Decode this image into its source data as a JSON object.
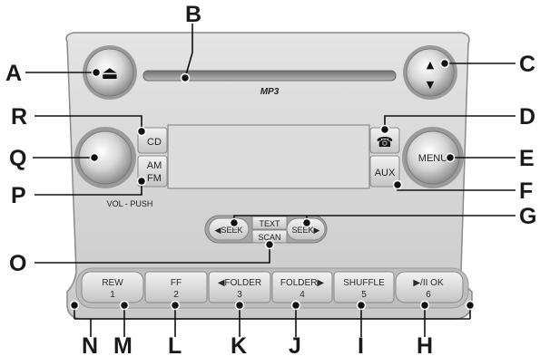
{
  "callouts": {
    "A": "A",
    "B": "B",
    "C": "C",
    "D": "D",
    "E": "E",
    "F": "F",
    "G": "G",
    "H": "H",
    "I": "I",
    "J": "J",
    "K": "K",
    "L": "L",
    "M": "M",
    "N": "N",
    "O": "O",
    "P": "P",
    "Q": "Q",
    "R": "R"
  },
  "panel": {
    "cd_label": "CD",
    "am_label": "AM",
    "fm_label": "FM",
    "vol_push_label": "VOL - PUSH",
    "menu_label": "MENU",
    "aux_label": "AUX",
    "mp3_label": "MP3",
    "eject_symbol": "⏏",
    "tune_up_symbol": "▲",
    "tune_down_symbol": "▼",
    "phone_symbol": "☎"
  },
  "seek_cluster": {
    "seek_left": "◀SEEK",
    "text_label": "TEXT",
    "scan_label": "SCAN",
    "seek_right": "SEEK▶"
  },
  "presets": [
    {
      "label": "REW",
      "number": "1"
    },
    {
      "label": "FF",
      "number": "2"
    },
    {
      "label": "◀FOLDER",
      "number": "3"
    },
    {
      "label": "FOLDER▶",
      "number": "4"
    },
    {
      "label": "SHUFFLE",
      "number": "5"
    },
    {
      "label": "▶/II  OK",
      "number": "6"
    }
  ]
}
